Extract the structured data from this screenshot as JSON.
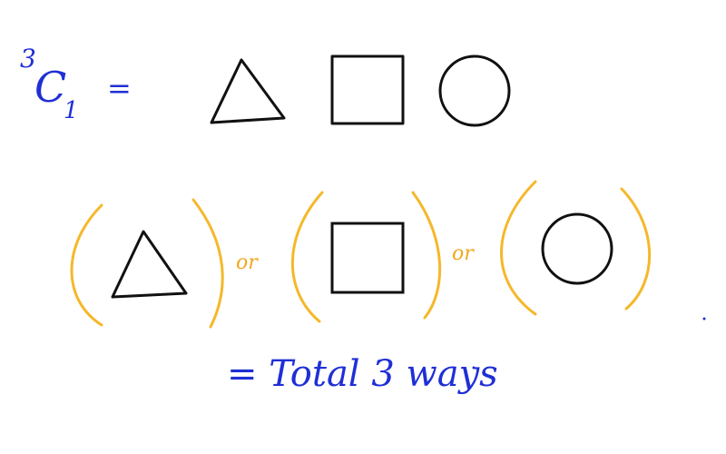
{
  "formula": {
    "superscript": "3",
    "letter": "C",
    "subscript": "1",
    "equals": "="
  },
  "separators": [
    "or",
    "or"
  ],
  "result": "= Total 3 ways",
  "shapes": [
    "triangle-icon",
    "square-icon",
    "circle-icon"
  ],
  "colors": {
    "ink_blue": "#1f2fd6",
    "shape_black": "#111111",
    "bracket_orange": "#f5b82a",
    "separator_orange": "#f0a81e"
  }
}
